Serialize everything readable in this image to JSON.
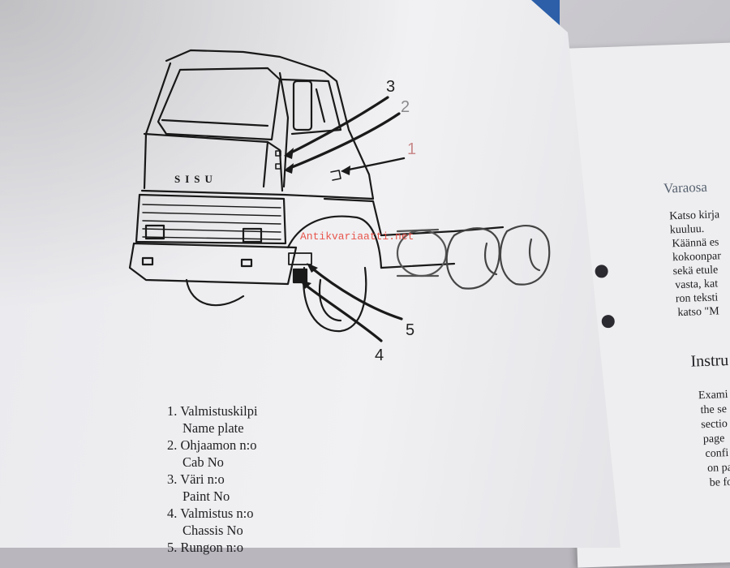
{
  "callouts": [
    "1",
    "2",
    "3",
    "4",
    "5"
  ],
  "parts_list": [
    {
      "fi": "1. Valmistuskilpi",
      "en": "Name plate"
    },
    {
      "fi": "2. Ohjaamon n:o",
      "en": "Cab No"
    },
    {
      "fi": "3. Väri n:o",
      "en": "Paint No"
    },
    {
      "fi": "4. Valmistus n:o",
      "en": "Chassis No"
    },
    {
      "fi": "5. Rungon n:o"
    }
  ],
  "right_page": {
    "heading1": "Varaosa",
    "lines1": [
      "Katso kirja",
      "kuuluu.",
      "Käännä es",
      "kokoonpar",
      "sekä etule",
      "vasta, kat",
      "ron teksti",
      "katso \"M"
    ],
    "heading2": "Instru",
    "lines2": [
      "Exami",
      "the se",
      "sectio",
      "page",
      "confi",
      "on pa",
      "be fo"
    ]
  },
  "watermark": "Antikvariaatti.net",
  "truck_badge": "SISU",
  "colors": {
    "page": "#efeff1",
    "binder_blue": "#2c5fa8",
    "ink": "#1b1b1e",
    "watermark": "#e8463c"
  }
}
